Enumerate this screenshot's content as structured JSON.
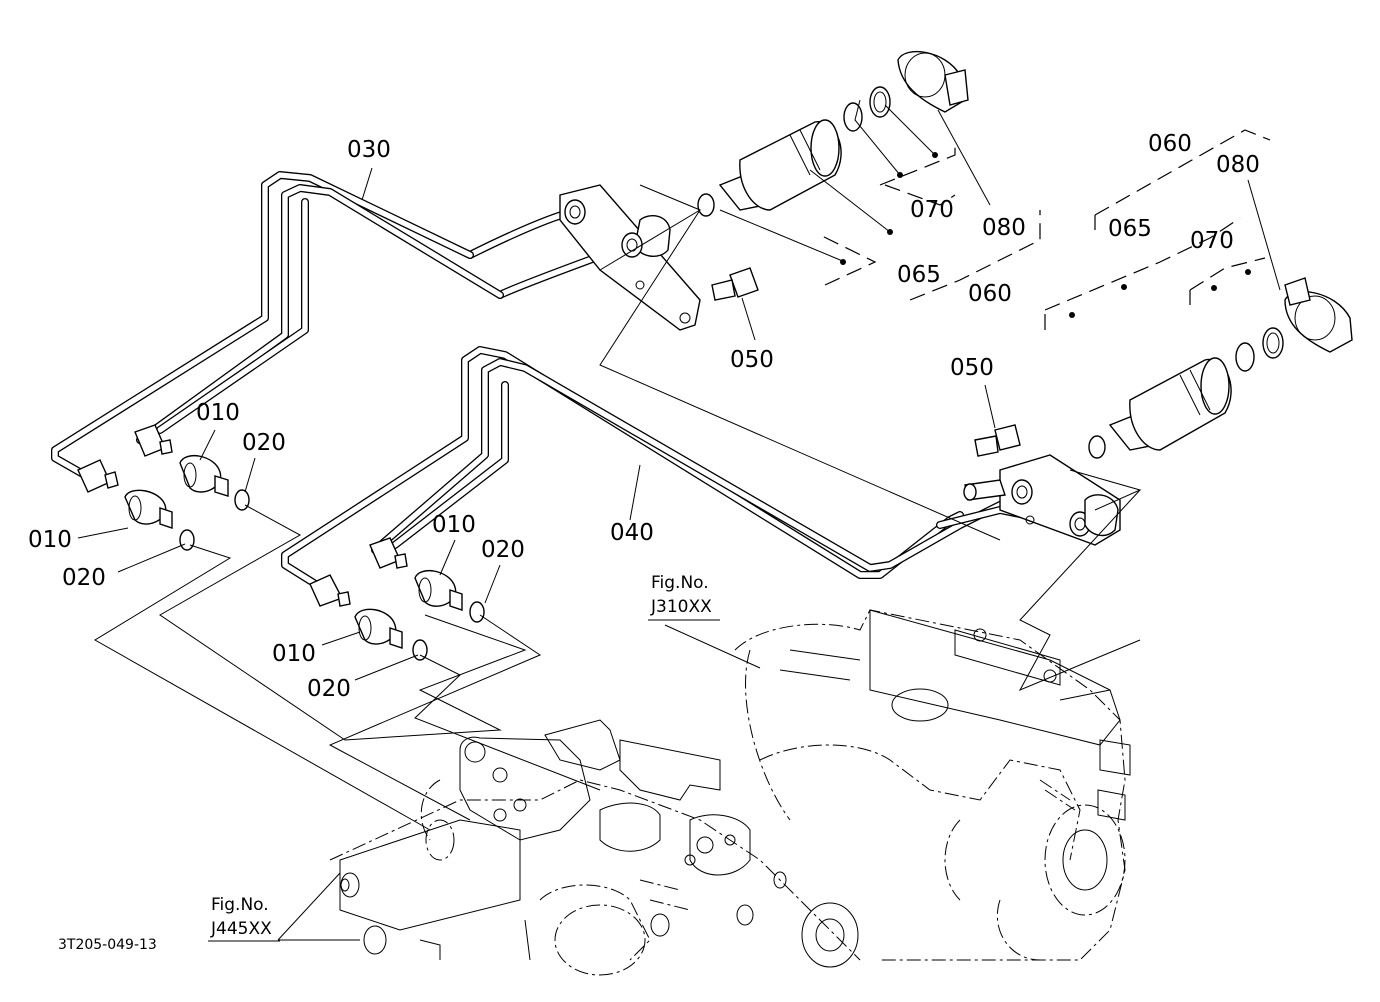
{
  "diagram_code": "3T205-049-13",
  "figure_refs": [
    {
      "prefix": "Fig.No.",
      "code": "J310XX"
    },
    {
      "prefix": "Fig.No.",
      "code": "J445XX"
    }
  ],
  "part_labels": [
    {
      "id": "030",
      "text": "030"
    },
    {
      "id": "040",
      "text": "040"
    },
    {
      "id": "010",
      "text": "010"
    },
    {
      "id": "020",
      "text": "020"
    },
    {
      "id": "050",
      "text": "050"
    },
    {
      "id": "060",
      "text": "060"
    },
    {
      "id": "065",
      "text": "065"
    },
    {
      "id": "070",
      "text": "070"
    },
    {
      "id": "080",
      "text": "080"
    }
  ]
}
